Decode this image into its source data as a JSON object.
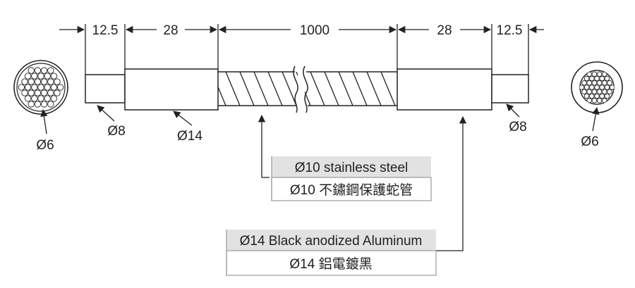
{
  "dimensions": {
    "left_tip": "12.5",
    "left_sleeve": "28",
    "middle": "1000",
    "right_sleeve": "28",
    "right_tip": "12.5"
  },
  "callouts": {
    "left_wire": "Ø6",
    "left_tip_dia": "Ø8",
    "left_sleeve_dia": "Ø14",
    "right_tip_dia": "Ø8",
    "right_wire": "Ø6"
  },
  "labels": {
    "steel_en": "Ø10 stainless steel",
    "steel_zh": "Ø10 不鏽鋼保護蛇管",
    "alu_en": "Ø14 Black anodized Aluminum",
    "alu_zh": "Ø14 鋁電鍍黑"
  },
  "colors": {
    "line": "#222222",
    "label_header_bg": "#e2e2e2",
    "label_border": "#9a9a9a"
  }
}
